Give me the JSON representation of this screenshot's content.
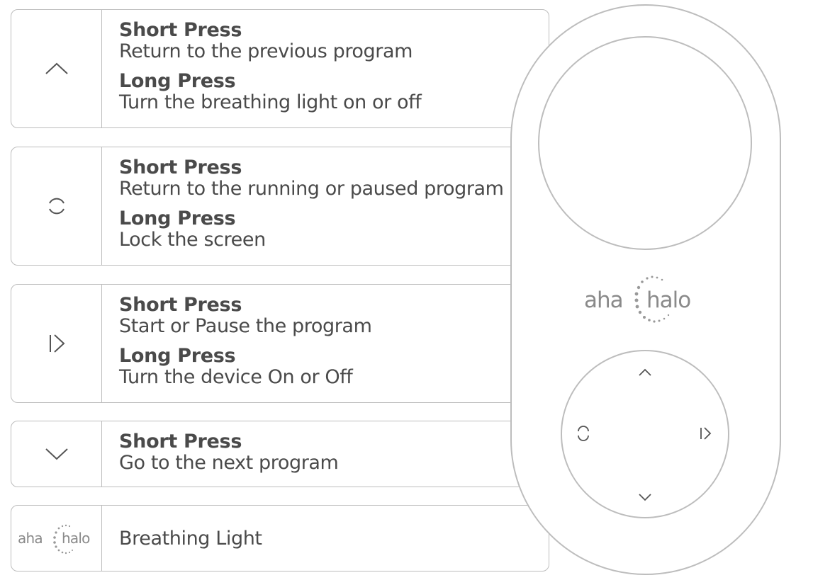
{
  "rows": [
    {
      "icon": "chevron-up-icon",
      "short_label": "Short Press",
      "short_text": "Return to the previous program",
      "long_label": "Long Press",
      "long_text": "Turn the breathing light on or off"
    },
    {
      "icon": "home-circle-icon",
      "short_label": "Short Press",
      "short_text": "Return to the running or paused program",
      "long_label": "Long Press",
      "long_text": "Lock the screen"
    },
    {
      "icon": "play-pause-icon",
      "short_label": "Short Press",
      "short_text": "Start or Pause the program",
      "long_label": "Long Press",
      "long_text": "Turn the device On or Off"
    },
    {
      "icon": "chevron-down-icon",
      "short_label": "Short Press",
      "short_text": "Go to the next program"
    },
    {
      "icon": "aha-halo-logo-icon",
      "label": "Breathing Light"
    }
  ],
  "logo": {
    "left": "aha",
    "right": "halo"
  },
  "colors": {
    "line": "#bdbdbd",
    "text": "#4a4a4a",
    "logo": "#8a8a8a"
  }
}
